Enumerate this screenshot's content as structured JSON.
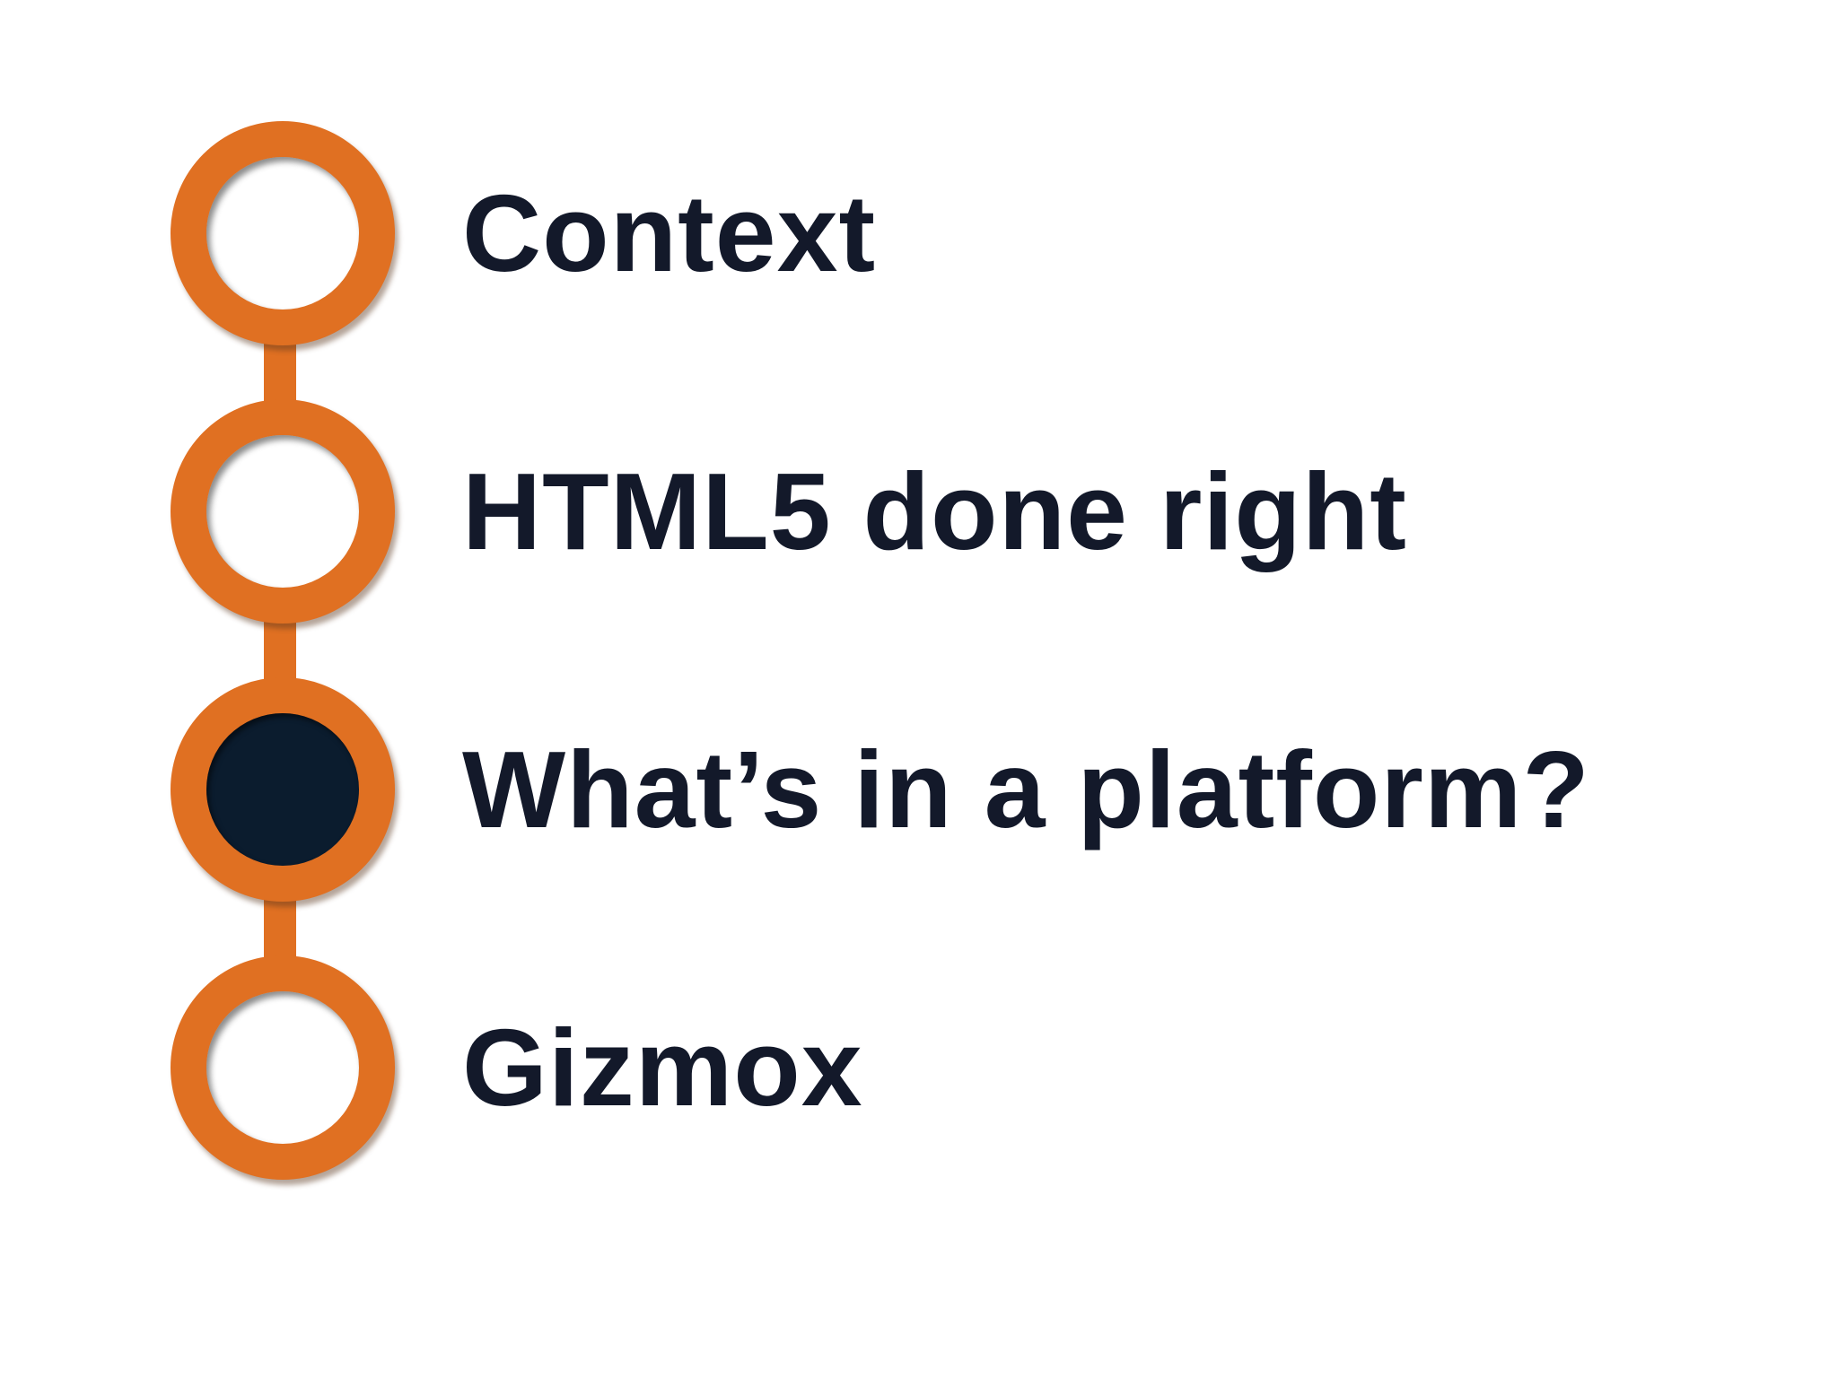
{
  "colors": {
    "accent": "#e07022",
    "current_fill": "#0b1c2e",
    "text": "#13192a",
    "background": "#ffffff"
  },
  "agenda": {
    "current_index": 2,
    "steps": [
      {
        "label": "Context",
        "icon": "circle-outline-icon",
        "state": "pending"
      },
      {
        "label": "HTML5 done right",
        "icon": "circle-outline-icon",
        "state": "pending"
      },
      {
        "label": "What’s in a platform?",
        "icon": "circle-filled-icon",
        "state": "current"
      },
      {
        "label": "Gizmox",
        "icon": "circle-outline-icon",
        "state": "pending"
      }
    ]
  }
}
